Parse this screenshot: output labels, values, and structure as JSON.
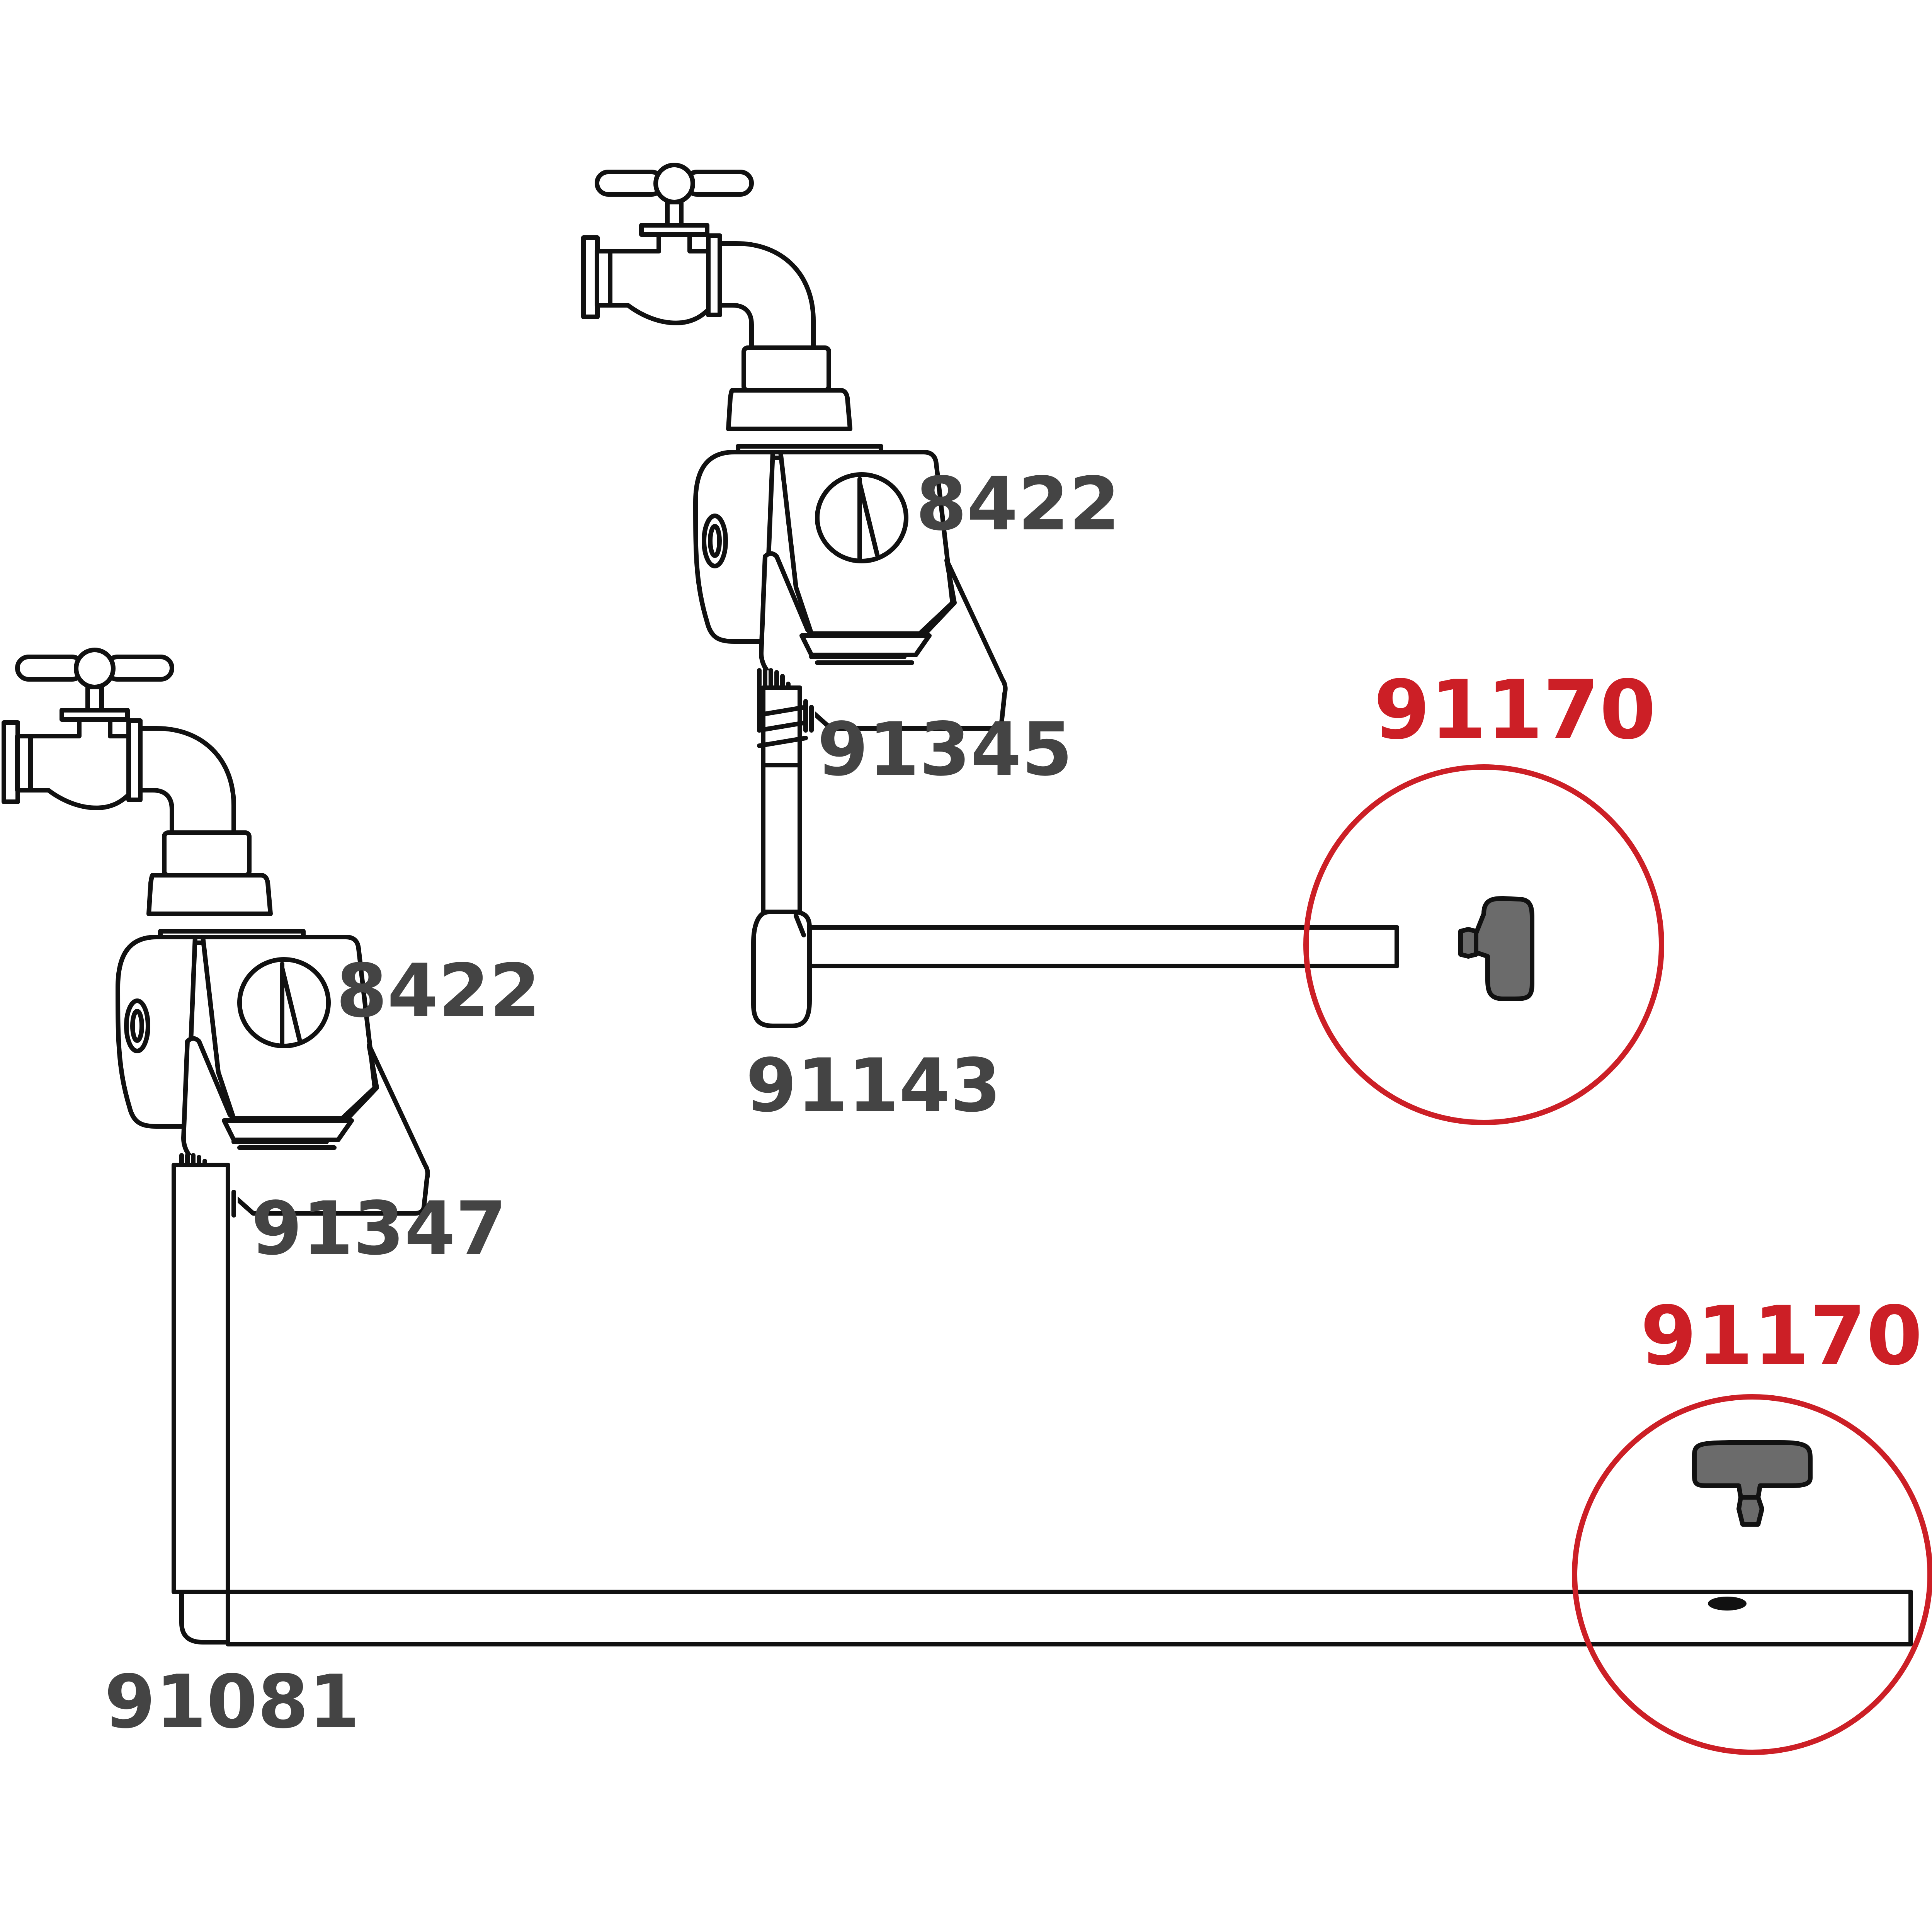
{
  "colors": {
    "label": "#444444",
    "callout": "#cc1f26",
    "plug": "#6b6b6b",
    "outline": "#111111"
  },
  "labels": {
    "timer_top": "8422",
    "connector_top": "91345",
    "end_fitting_top": "91143",
    "callout_top": "91170",
    "timer_bottom": "8422",
    "connector_bottom": "91347",
    "end_fitting_bottom": "91081",
    "callout_bottom": "91170"
  }
}
